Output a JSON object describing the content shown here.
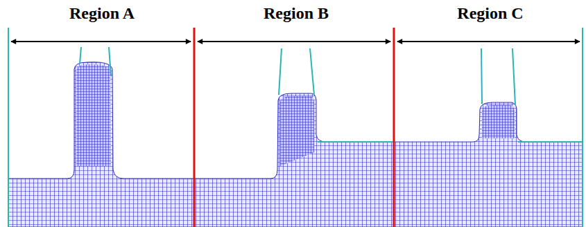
{
  "diagram": {
    "labels": [
      "Region A",
      "Region B",
      "Region C"
    ]
  }
}
